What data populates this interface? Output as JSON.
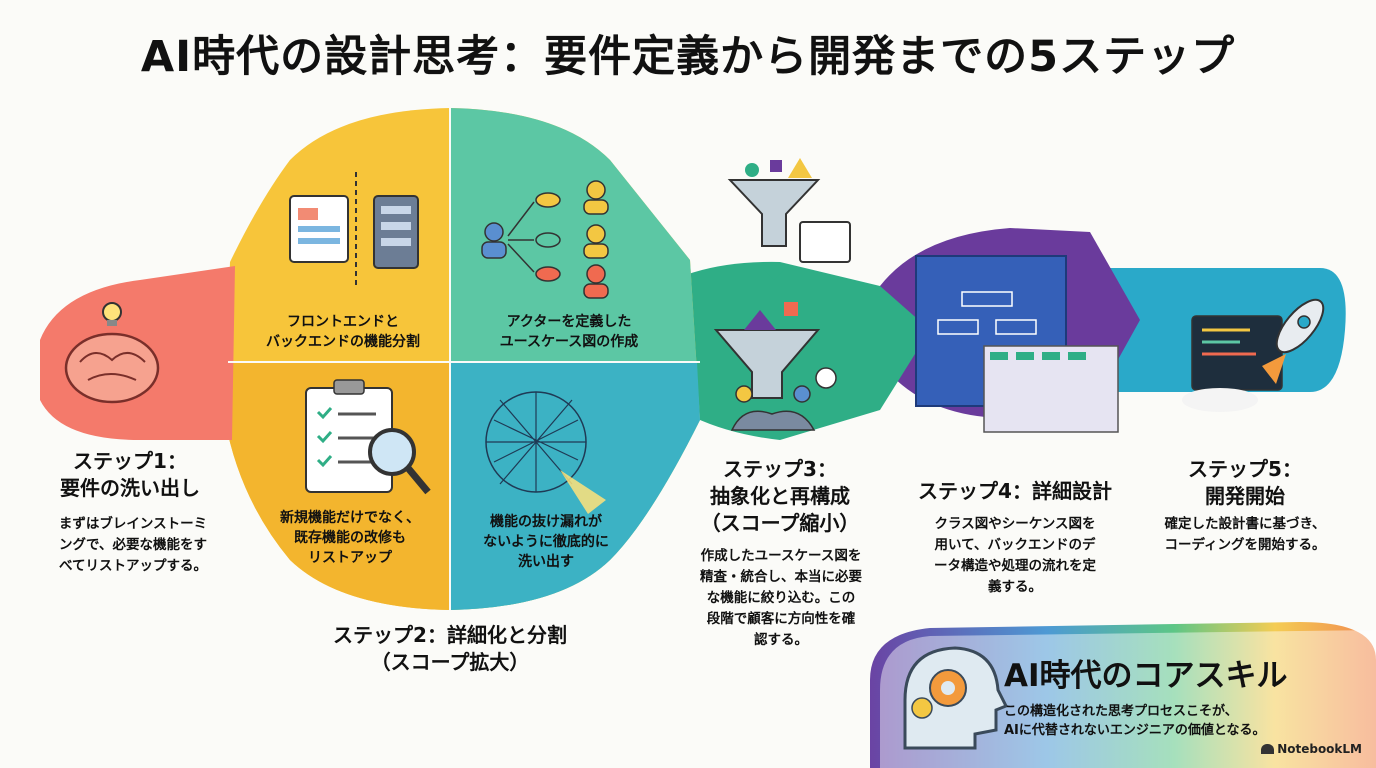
{
  "title": "AI時代の設計思考：要件定義から開発までの5ステップ",
  "steps": [
    {
      "heading": "ステップ1：\n要件の洗い出し",
      "body": "まずはブレインストーミ\nングで、必要な機能をす\nべてリストアップする。"
    },
    {
      "heading": "ステップ2：詳細化と分割\n（スコープ拡大）",
      "labels": [
        "フロントエンドと\nバックエンドの機能分割",
        "アクターを定義した\nユースケース図の作成",
        "新規機能だけでなく、\n既存機能の改修も\nリストアップ",
        "機能の抜け漏れが\nないように徹底的に\n洗い出す"
      ]
    },
    {
      "heading": "ステップ3：\n抽象化と再構成\n（スコープ縮小）",
      "body": "作成したユースケース図を\n精査・統合し、本当に必要\nな機能に絞り込む。この\n段階で顧客に方向性を確\n認する。"
    },
    {
      "heading": "ステップ4：詳細設計",
      "body": "クラス図やシーケンス図を\n用いて、バックエンドのデ\nータ構造や処理の流れを定\n義する。"
    },
    {
      "heading": "ステップ5：\n開発開始",
      "body": "確定した設計書に基づき、\nコーディングを開始する。"
    }
  ],
  "core": {
    "title": "AI時代のコアスキル",
    "text": "この構造化された思考プロセスこそが、\nAIに代替されないエンジニアの価値となる。"
  },
  "brand": "NotebookLM",
  "colors": {
    "step1": "#f47a6b",
    "step2_yellow": "#f7c53a",
    "step2_teal": "#5cc7a4",
    "step3": "#2fae86",
    "step4": "#6a3b9c",
    "step5": "#2aa9c9"
  },
  "icons": [
    "brain-icon",
    "lightbulb-icon",
    "frontend-backend-icon",
    "use-case-diagram-icon",
    "checklist-icon",
    "network-icon",
    "funnel-icon",
    "handshake-icon",
    "blueprint-icon",
    "rocket-icon"
  ]
}
